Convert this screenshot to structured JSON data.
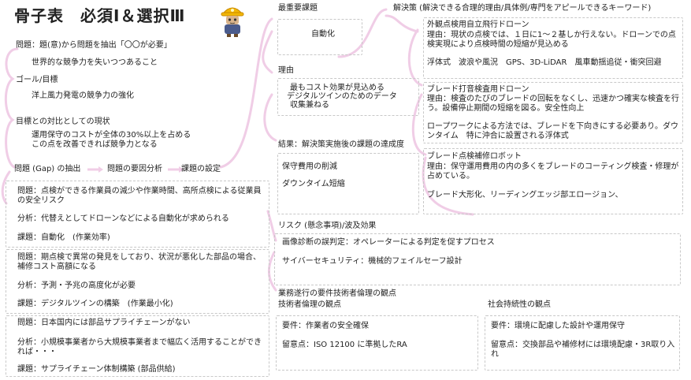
{
  "title": "骨子表　必須Ⅰ＆選択Ⅲ",
  "left": {
    "problem_extract": "問題：題(意)から問題を抽出「〇〇が必要」",
    "problem_extract_sub": "世界的な競争力を失いつつあること",
    "goal_label": "ゴール/目標",
    "goal": "洋上風力発電の競争力の強化",
    "current_label": "目標との対比としての現状",
    "current_1": "運用保守のコストが全体の30%以上を占める",
    "current_2": "この点を改善できれば競争力となる",
    "flow_1": "問題 (Gap) の抽出",
    "flow_2": "問題の要因分析",
    "flow_3": "課題の設定",
    "issues": [
      {
        "problem": "問題：点検ができる作業員の減少や作業時間、高所点検による従業員の安全リスク",
        "analysis": "分析：代替えとしてドローンなどによる自動化が求められる",
        "task": "課題：自動化　(作業効率)"
      },
      {
        "problem": "問題：期点検で異常の発見をしており、状況が悪化した部品の場合、補修コスト高額になる",
        "analysis": "分析：予測・予兆の高度化が必要",
        "task": "課題：デジタルツインの構築　(作業最小化)"
      },
      {
        "problem": "問題：日本国内には部品サプライチェーンがない",
        "analysis": "分析：小規模事業者から大規模事業者まで幅広く活用することができれば・・・",
        "task": "課題：サプライチェーン体制構築 (部品供給)"
      }
    ]
  },
  "middle": {
    "top_issue_label": "最重要課題",
    "top_issue": "自動化",
    "reason_label": "理由",
    "reason_1": "最もコスト効果が見込める",
    "reason_2": "デジタルツインのためのデータ",
    "reason_3": "収集兼ねる",
    "result_label": "結果：解決策実施後の課題の達成度",
    "result_1": "保守費用の削減",
    "result_2": "ダウンタイム短縮"
  },
  "right": {
    "solution_label": "解決策 (解決できる合理的理由/具体例/専門をアピールできるキーワード)",
    "solutions": [
      {
        "title": "外観点検用自立飛行ドローン",
        "reason": "理由：現状の点検では、１日に1～２基しか行えない。ドローンでの点検実現により点検時間の短縮が見込める",
        "note": "浮体式　波浪や風況　GPS、3D-LiDAR　風車動揺追従・衝突回避"
      },
      {
        "title": "ブレード打音検査用ドローン",
        "reason": "理由：検査のたびのブレードの回転をなくし、迅速かつ確実な検査を行う。設備停止期間の短縮を図る。安全性向上",
        "note": "ロープワークによる方法では、ブレードを下向きにする必要あり。ダウンタイム　特に沖合に設置される浮体式"
      },
      {
        "title": "ブレード点検補修ロボット",
        "reason": "理由：保守運用費用の内の多くをブレードのコーティング検査・修理が占めている。",
        "note": "ブレード大形化、リーディングエッジ部エロージョン、"
      }
    ]
  },
  "risk": {
    "label": "リスク (懸念事項)/波及効果",
    "item_1": "画像診断の誤判定：オペレーターによる判定を促すプロセス",
    "item_2": "サイバーセキュリティ：機械的フェイルセーフ設計"
  },
  "ethics": {
    "label": "業務遂行の要件技術者倫理の観点",
    "engineer_label": "技術者倫理の観点",
    "engineer_req": "要件：作業者の安全確保",
    "engineer_note": "留意点：ISO 12100 に準拠したRA",
    "social_label": "社会持続性の観点",
    "social_req": "要件：環境に配慮した設計や運用保守",
    "social_note": "留意点：交換部品や補修材には環境配慮・3R取り入れ"
  },
  "colors": {
    "connector": "#f0cde6",
    "box_border": "#c8c8c8",
    "text": "#222222"
  }
}
